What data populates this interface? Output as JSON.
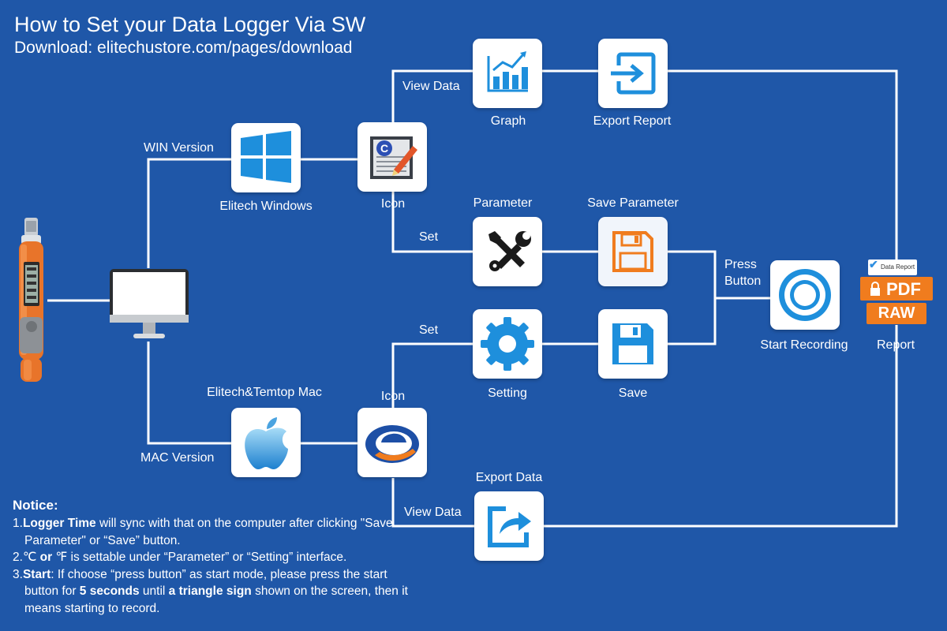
{
  "header": {
    "title": "How to Set your Data Logger Via SW",
    "subtitle": "Download: elitechustore.com/pages/download"
  },
  "branches": {
    "win": "WIN Version",
    "mac": "MAC Version"
  },
  "nodes": {
    "elitech_windows": "Elitech Windows",
    "elitech_mac": "Elitech&Temtop Mac",
    "icon_win": "Icon",
    "icon_mac": "Icon",
    "graph": "Graph",
    "export_report": "Export Report",
    "parameter": "Parameter",
    "save_parameter": "Save Parameter",
    "setting": "Setting",
    "save": "Save",
    "export_data": "Export Data",
    "start_recording": "Start Recording",
    "report": "Report"
  },
  "edges": {
    "view_data_top": "View Data",
    "set_top": "Set",
    "set_bottom": "Set",
    "view_data_bottom": "View Data",
    "press_button_1": "Press",
    "press_button_2": "Button"
  },
  "report_badge": {
    "top": "Data Report",
    "pdf": "PDF",
    "raw": "RAW"
  },
  "colors": {
    "background": "#1f57a8",
    "line": "#ffffff",
    "icon_blue": "#1e8fdc",
    "badge_orange": "#f07c1e"
  },
  "notice": {
    "heading": "Notice:",
    "item1": {
      "num": "1.",
      "bold": "Logger Time",
      "text": " will sync with that on the computer after clicking \"Save Parameter\" or “Save” button."
    },
    "item2": {
      "num": "2.",
      "c": "℃",
      "or": " or ",
      "f": "℉",
      "text": " is settable under “Parameter” or “Setting” interface."
    },
    "item3": {
      "num": "3.",
      "bold1": "Start",
      "text1": ": If choose “press button” as start mode, please press the start button for ",
      "bold2": "5 seconds",
      "text2": " until ",
      "bold3": "a triangle sign",
      "text3": " shown on the screen, then it means starting to record."
    }
  }
}
